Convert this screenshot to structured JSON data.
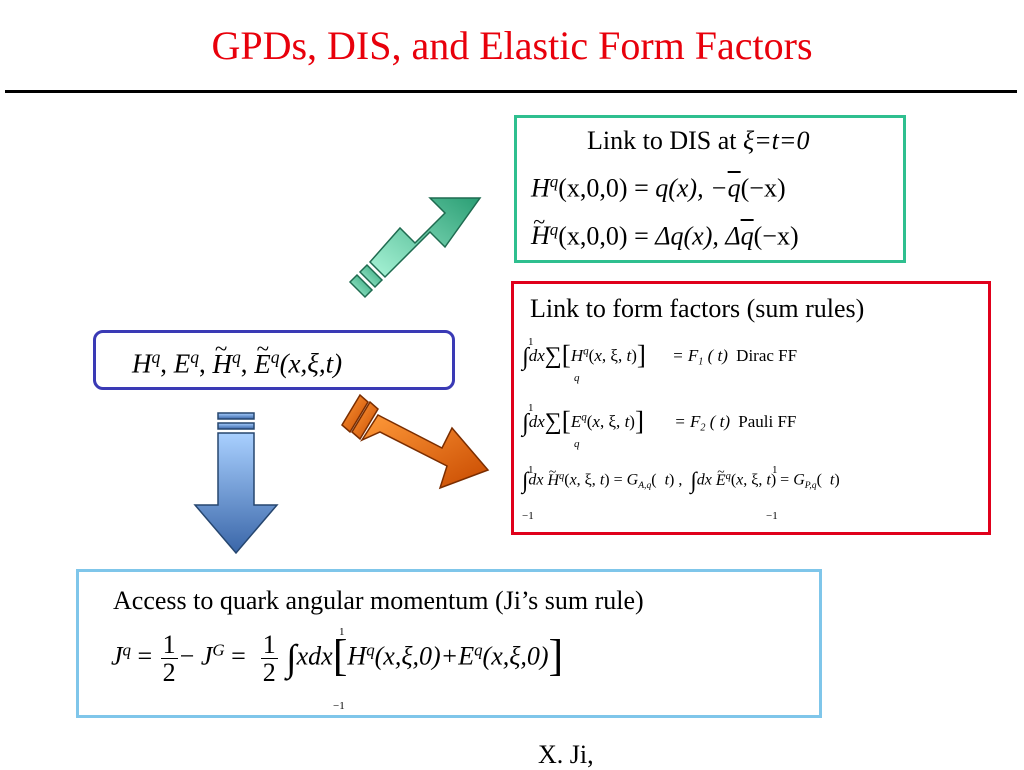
{
  "title": "GPDs,  DIS, and Elastic Form Factors",
  "dis": {
    "heading_text": "Link to DIS at ",
    "heading_cond": "ξ=t=0",
    "eq1_lhs": "(x,0,0)",
    "eq1_rhs": "q(x),  −",
    "eq1_tail": "(−x)",
    "eq2_lhs": "(x,0,0)",
    "eq2_rhs": "Δq(x),  Δ",
    "eq2_tail": "(−x)"
  },
  "ff": {
    "heading": "Link to form factors (sum rules)",
    "row1_result": "= F",
    "row1_sub": "1",
    "row1_arg": " (  t)",
    "row1_name": "Dirac FF",
    "row2_result": "= F",
    "row2_sub": "2",
    "row2_arg": " (  t)",
    "row2_name": "Pauli FF",
    "row3_GA": "A,q",
    "row3_GP": "P,q",
    "lim_upper": "1",
    "lim_lower": "−1"
  },
  "gpd": {
    "args": "(x,ξ,t)"
  },
  "ji": {
    "heading": "Access to quark angular momentum (Ji’s sum rule)",
    "half_num": "1",
    "half_den": "2",
    "bracket_content": "(x,ξ,0)+",
    "bracket_tail": "(x,ξ,0)",
    "lim_upper": "1",
    "lim_lower": "−1"
  },
  "footer": "X. Ji,",
  "colors": {
    "title": "#e8000b",
    "box_dis": "#2fbf8f",
    "box_ff": "#e0001b",
    "box_gpd": "#3a3ab5",
    "box_ji": "#7fc6ea",
    "arrow_green": "#3fcf9f",
    "arrow_orange": "#e8651a",
    "arrow_blue": "#6a9ed8"
  }
}
